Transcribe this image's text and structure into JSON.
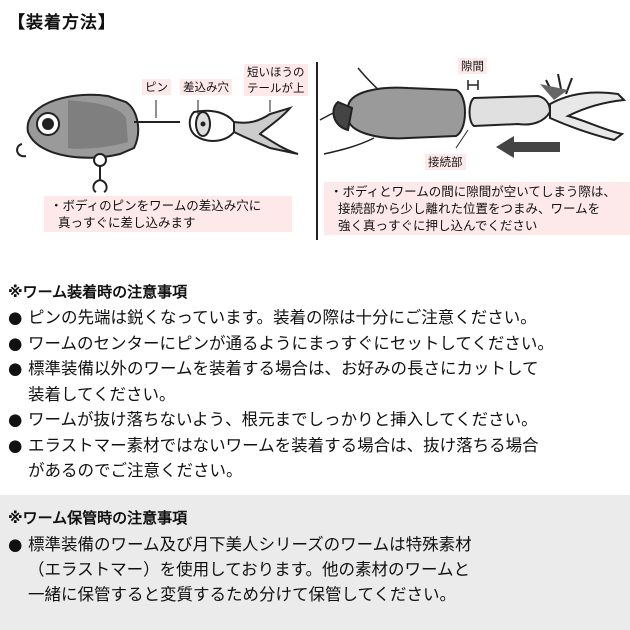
{
  "title": "【装着方法】",
  "figure_left": {
    "labels": {
      "pin": "ピン",
      "hole": "差込み穴",
      "short_tail_1": "短いほうの",
      "short_tail_2": "テールが上"
    },
    "note_1": "・ボディのピンをワームの差込み穴に",
    "note_2": "真っすぐに差し込みます"
  },
  "figure_right": {
    "labels": {
      "gap": "隙間",
      "joint": "接続部"
    },
    "note_1": "・ボディとワームの間に隙間が空いてしまう際は、",
    "note_2": "接続部から少し離れた位置をつまみ、ワームを",
    "note_3": "強く真っすぐに押し込んでください"
  },
  "section1": {
    "heading": "※ワーム装着時の注意事項",
    "bullet": "●",
    "items": [
      {
        "line1": "ピンの先端は鋭くなっています。装着の際は十分にご注意ください。"
      },
      {
        "line1": "ワームのセンターにピンが通るようにまっすぐにセットしてください。"
      },
      {
        "line1": "標準装備以外のワームを装着する場合は、お好みの長さにカットして",
        "line2": "装着してください。"
      },
      {
        "line1": "ワームが抜け落ちないよう、根元までしっかりと挿入してください。"
      },
      {
        "line1": "エラストマー素材ではないワームを装着する場合は、抜け落ちる場合",
        "line2": "があるのでご注意ください。"
      }
    ]
  },
  "section2": {
    "heading": "※ワーム保管時の注意事項",
    "bullet": "●",
    "line1": "標準装備のワーム及び月下美人シリーズのワームは特殊素材",
    "line2": "（エラストマー）を使用しております。他の素材のワームと",
    "line3": "一緒に保管すると変質するため分けて保管してください。"
  }
}
